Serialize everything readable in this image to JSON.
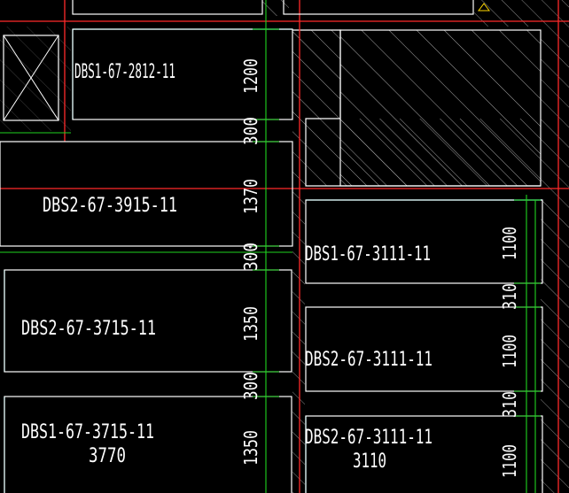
{
  "colors": {
    "background": "#000000",
    "panel_outline": "#ffffff",
    "axis_red": "#ff2a2a",
    "dimension_green": "#1fd41f",
    "edge_cyan": "#22e0e0",
    "hatch": "#d9d9d9"
  },
  "panels": [
    {
      "id": "p1",
      "label": "DBS1-67-2812-11",
      "dimension": "1200"
    },
    {
      "id": "p2",
      "label": "DBS2-67-3915-11",
      "dimension": "1370"
    },
    {
      "id": "p3",
      "label": "DBS2-67-3715-11",
      "dimension": "1350"
    },
    {
      "id": "p4",
      "label": "DBS1-67-3715-11",
      "sublabel": "3770",
      "dimension": "1350"
    },
    {
      "id": "p5",
      "label": "DBS1-67-3111-11",
      "dimension": "1100"
    },
    {
      "id": "p6",
      "label": "DBS2-67-3111-11",
      "dimension": "1100"
    },
    {
      "id": "p7",
      "label": "DBS2-67-3111-11",
      "sublabel": "3110",
      "dimension": "1100"
    }
  ],
  "gaps_left": [
    "300",
    "300",
    "300"
  ],
  "gaps_right": [
    "310",
    "310"
  ]
}
